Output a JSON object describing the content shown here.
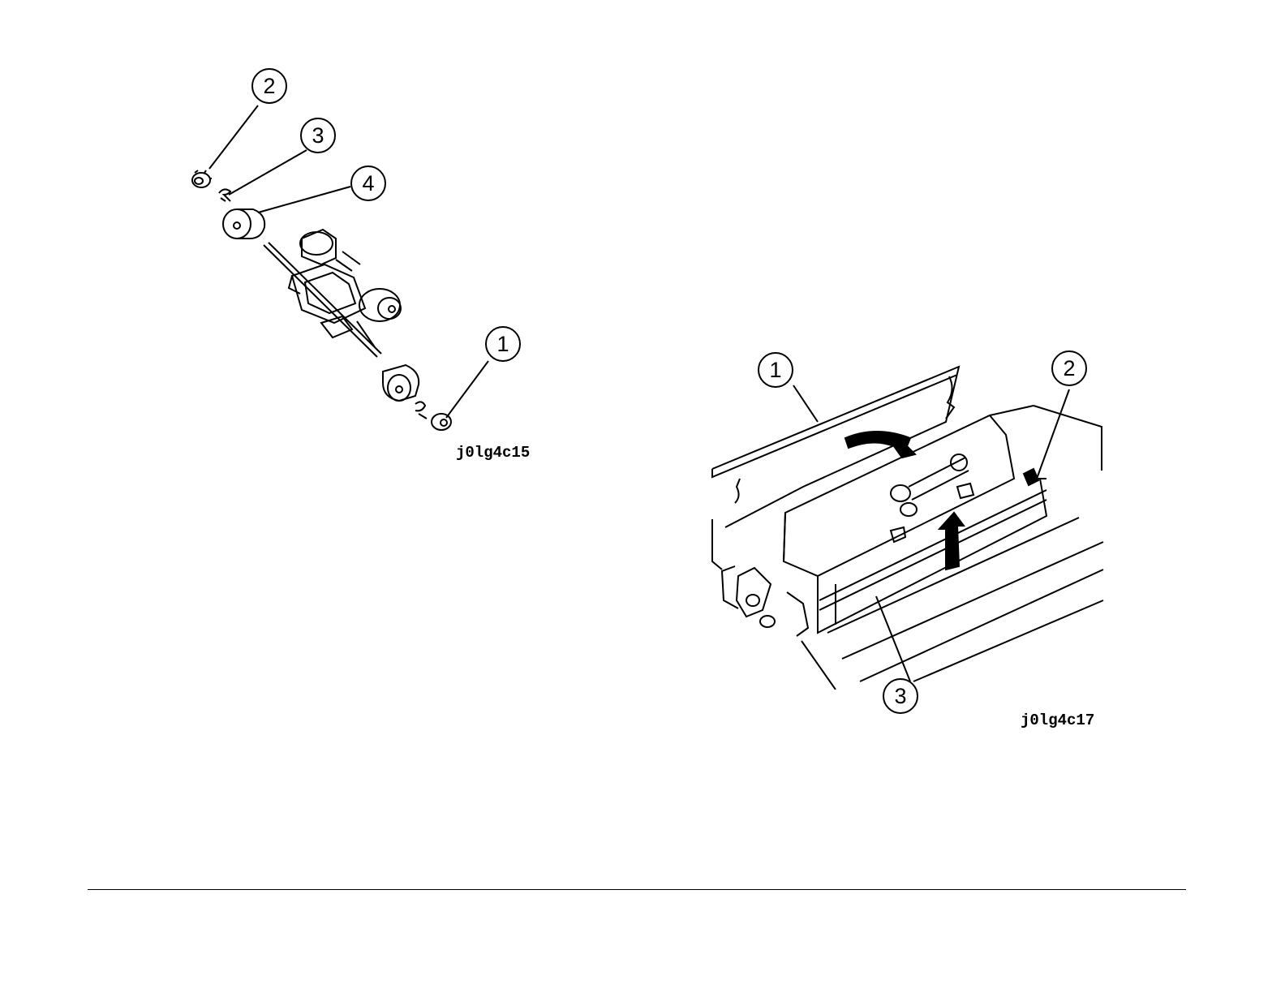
{
  "figure_left": {
    "caption": "j0lg4c15",
    "callouts": [
      "2",
      "3",
      "4",
      "1"
    ]
  },
  "figure_right": {
    "caption": "j0lg4c17",
    "callouts": [
      "1",
      "2",
      "3"
    ]
  }
}
